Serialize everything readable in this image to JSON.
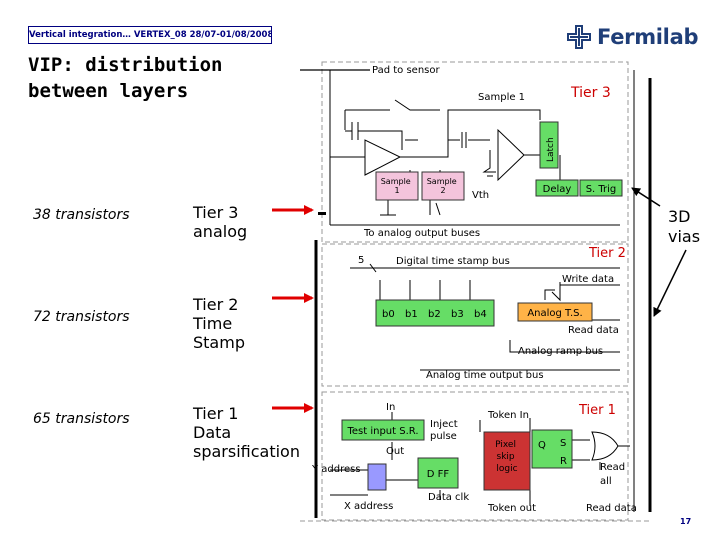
{
  "header": {
    "conference": "Vertical integration… VERTEX_08 28/07-01/08/2008"
  },
  "logo": {
    "name": "Fermilab"
  },
  "title": {
    "line1": "VIP: distribution",
    "line2": "between layers"
  },
  "rows": [
    {
      "transistors": "38 transistors",
      "tier": "Tier 3\nanalog"
    },
    {
      "transistors": "72 transistors",
      "tier": "Tier 2\nTime\nStamp"
    },
    {
      "transistors": "65 transistors",
      "tier": "Tier 1\nData\nsparsification"
    }
  ],
  "vias_label": "3D\nvias",
  "page_number": "17",
  "diagram": {
    "pad_to_sensor": "Pad to sensor",
    "sample1": "Sample 1",
    "tier3": "Tier 3",
    "latch": "Latch",
    "sample1_box": "Sample\n1",
    "sample2_box": "Sample\n2",
    "vth": "Vth",
    "delay": "Delay",
    "strig": "S. Trig",
    "analog_out": "To analog output buses",
    "tier2": "Tier 2",
    "five": "5",
    "digital_ts": "Digital time stamp bus",
    "write_data": "Write data",
    "bits": [
      "b0",
      "b1",
      "b2",
      "b3",
      "b4"
    ],
    "analog_ts": "Analog T.S.",
    "read_data": "Read data",
    "ramp_bus": "Analog ramp bus",
    "time_out_bus": "Analog time output bus",
    "in": "In",
    "inject": "Inject\npulse",
    "token_in": "Token In",
    "tier1": "Tier 1",
    "test_sr": "Test input S.R.",
    "out": "Out",
    "pixel_skip": "Pixel\nskip\nlogic",
    "q": "Q",
    "s": "S",
    "r": "R",
    "read_all": "Read\nall",
    "y_address": "Y address",
    "dff": "D FF",
    "data_clk": "Data clk",
    "x_address": "X address",
    "token_out": "Token out",
    "read_data2": "Read data"
  },
  "colors": {
    "navy": "#000080",
    "red": "#cc0000",
    "green": "#66dd66",
    "pink": "#f4c4dc",
    "orange": "#ffb347",
    "pixel_red": "#cc3333",
    "blue": "#9999ff"
  }
}
